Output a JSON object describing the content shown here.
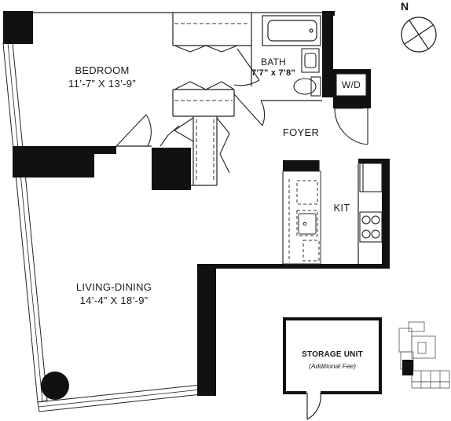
{
  "compass": {
    "north_label": "N"
  },
  "rooms": {
    "bedroom": {
      "name": "BEDROOM",
      "dims": "11’-7” X 13’-9”"
    },
    "bath": {
      "name": "BATH",
      "dims": "7’7” x 7’8”"
    },
    "wd": {
      "name": "W/D"
    },
    "foyer": {
      "name": "FOYER"
    },
    "kit": {
      "name": "KIT"
    },
    "living": {
      "name": "LIVING-DINING",
      "dims": "14’-4” X 18’-9”"
    },
    "storage": {
      "name": "STORAGE UNIT",
      "note": "(Additional Fee)"
    }
  },
  "colors": {
    "wall": "#111111",
    "line": "#222222",
    "background": "#ffffff"
  }
}
